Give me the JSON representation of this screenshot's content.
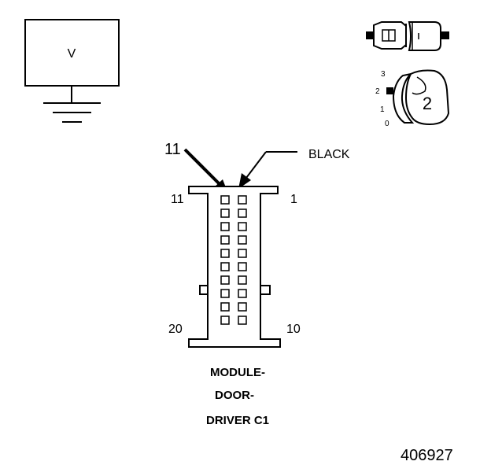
{
  "meter": {
    "symbol": "V"
  },
  "selector_icon": {
    "positions": [
      "3",
      "2",
      "1",
      "0"
    ],
    "selected": "2"
  },
  "connector": {
    "callout_number": "11",
    "color_label": "BLACK",
    "pin_top_left": "11",
    "pin_top_right": "1",
    "pin_bottom_left": "20",
    "pin_bottom_right": "10",
    "caption": [
      "MODULE-",
      "DOOR-",
      "DRIVER C1"
    ]
  },
  "figure_number": "406927"
}
